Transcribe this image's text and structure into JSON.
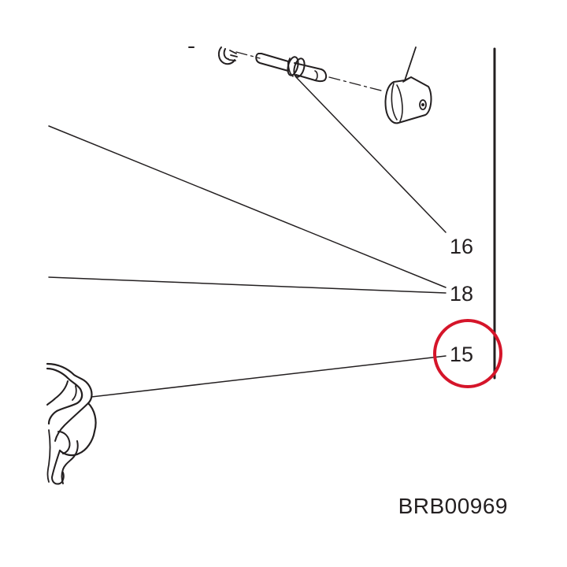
{
  "callouts": {
    "c16": "16",
    "c18": "18",
    "c15": "15"
  },
  "reference_code": "BRB00969",
  "highlight": {
    "target": "15",
    "color": "#d5152a"
  },
  "colors": {
    "ink": "#231f20",
    "background": "#ffffff"
  }
}
